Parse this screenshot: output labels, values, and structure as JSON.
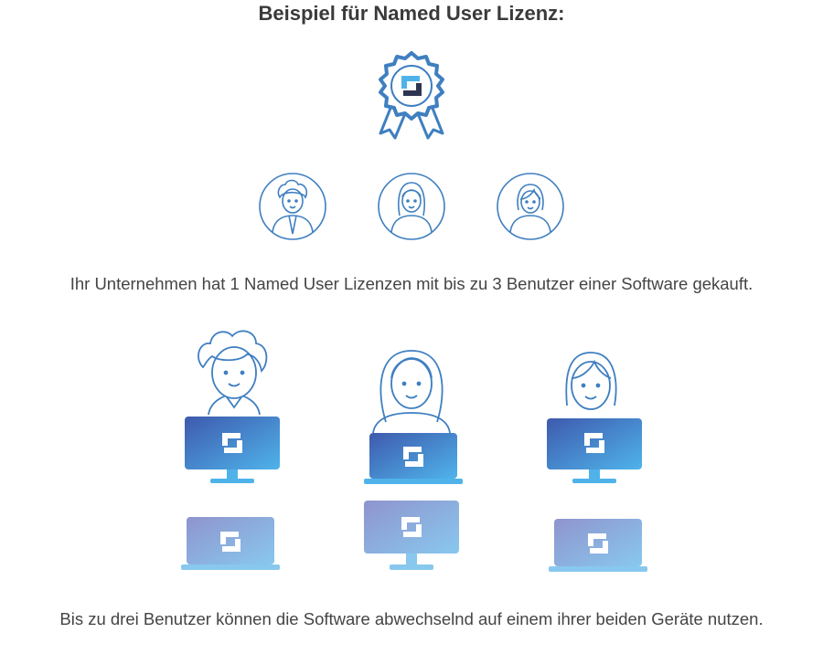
{
  "title": "Beispiel für Named User Lizenz:",
  "caption_top": "Ihr Unternehmen hat 1 Named User Lizenzen mit bis zu 3 Benutzer einer Software gekauft.",
  "caption_bottom": "Bis zu drei Benutzer können die Software abwechselnd auf einem ihrer beiden Geräte nutzen.",
  "icons": {
    "badge": "license-badge-icon",
    "users": [
      "curly-man-avatar-icon",
      "long-hair-woman-avatar-icon",
      "short-hair-woman-avatar-icon"
    ],
    "devices": [
      "monitor-icon",
      "laptop-icon"
    ]
  },
  "colors": {
    "line": "#3f7fc0",
    "gradient_dark": "#3e5aad",
    "gradient_light": "#4fb3ea",
    "gradient_light_pale": "#88c8ee",
    "gradient_dark_pale": "#8f94cd"
  }
}
